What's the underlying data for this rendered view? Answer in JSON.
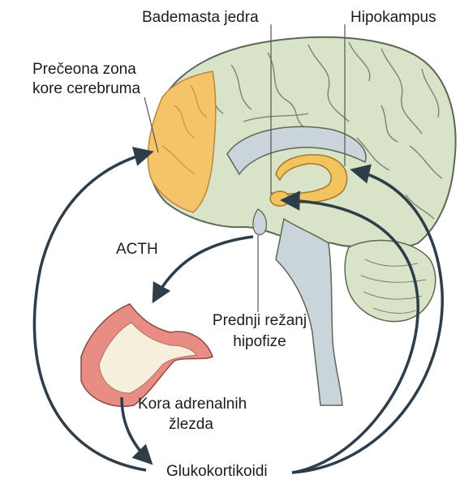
{
  "labels": {
    "amygdala": "Bademasta jedra",
    "hippocampus": "Hipokampus",
    "prefrontal_line1": "Prečeona zona",
    "prefrontal_line2": "kore cerebruma",
    "acth": "ACTH",
    "pituitary_line1": "Prednji režanj",
    "pituitary_line2": "hipofize",
    "adrenal_line1": "Kora adrenalnih",
    "adrenal_line2": "žlezda",
    "glucocorticoids": "Glukokortikoidi"
  },
  "colors": {
    "brain_fill": "#d8e3c8",
    "brain_outline": "#5e6656",
    "prefrontal": "#f5c46a",
    "limbic": "#f3c35e",
    "brainstem": "#c9d4db",
    "arrow": "#2d3d4a",
    "adrenal_outer": "#e88d84",
    "adrenal_inner": "#f6efdc"
  }
}
